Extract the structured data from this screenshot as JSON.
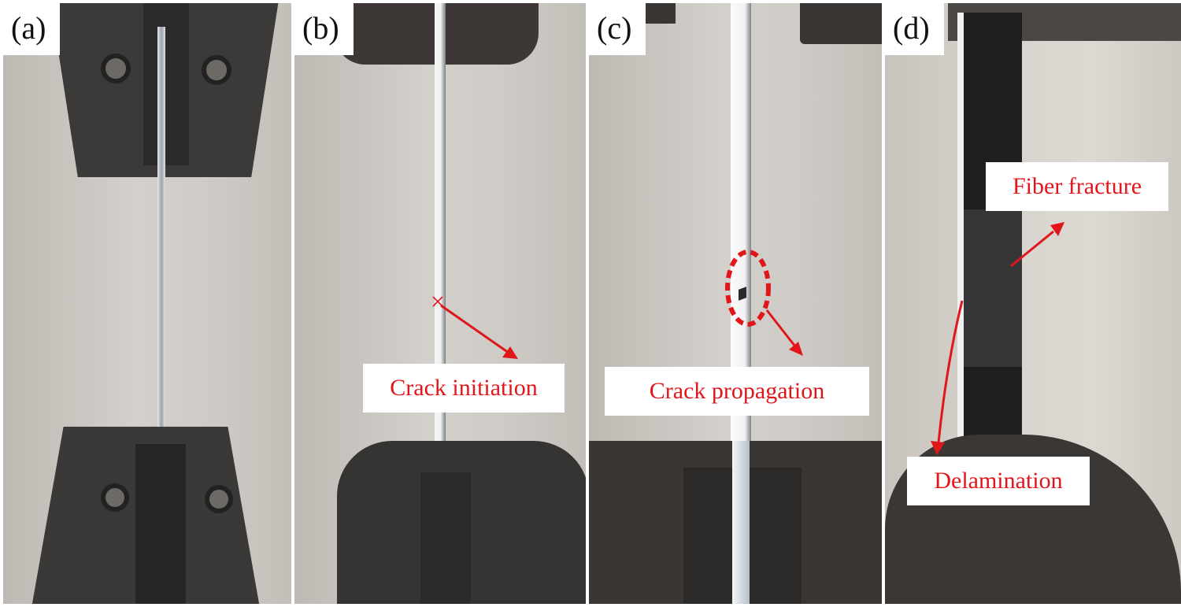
{
  "figure": {
    "description": "Tensile test failure progression of composite specimen",
    "accent_color": "#e0161b",
    "panels": [
      {
        "label": "(a)",
        "annotations": []
      },
      {
        "label": "(b)",
        "annotations": [
          {
            "text": "Crack initiation"
          }
        ]
      },
      {
        "label": "(c)",
        "annotations": [
          {
            "text": "Crack propagation"
          }
        ]
      },
      {
        "label": "(d)",
        "annotations": [
          {
            "text": "Fiber fracture"
          },
          {
            "text": "Delamination"
          }
        ]
      }
    ]
  }
}
